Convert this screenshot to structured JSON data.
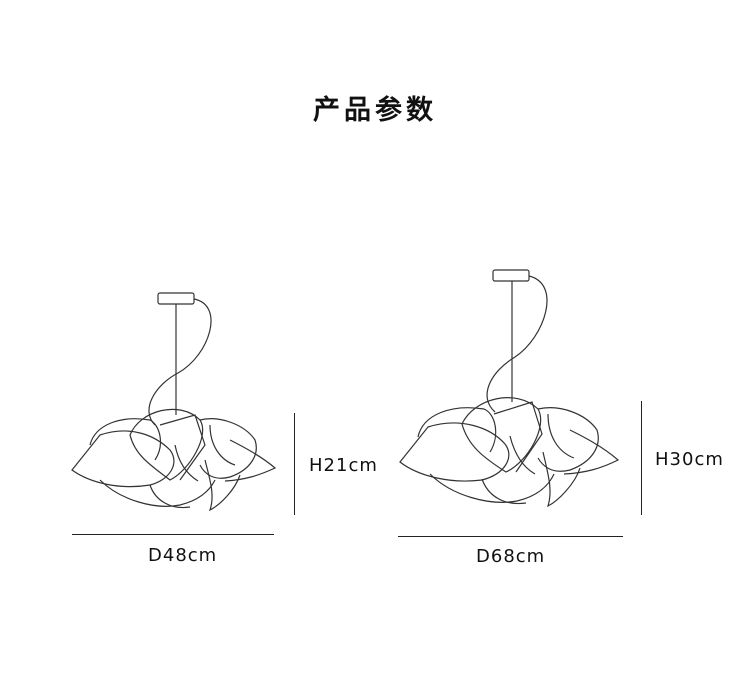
{
  "title": "产品参数",
  "lamps": [
    {
      "height_label": "H21cm",
      "diameter_label": "D48cm"
    },
    {
      "height_label": "H30cm",
      "diameter_label": "D68cm"
    }
  ]
}
